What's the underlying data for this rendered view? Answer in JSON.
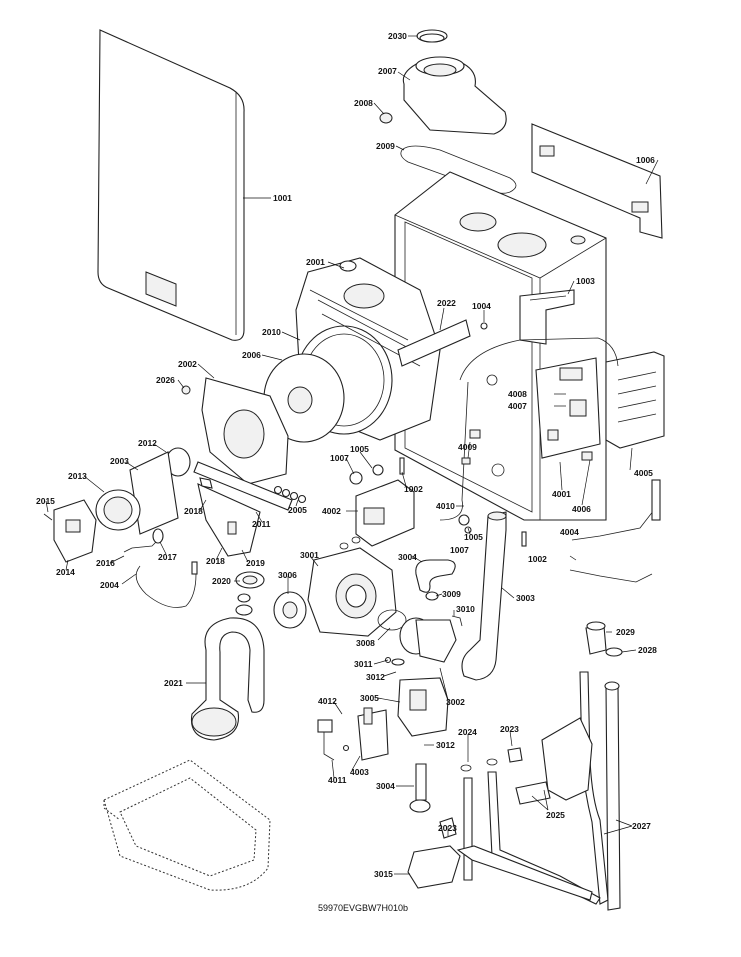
{
  "callouts": [
    "1001",
    "2030",
    "2007",
    "2008",
    "2009",
    "1006",
    "1003",
    "1004",
    "2001",
    "2022",
    "2010",
    "2006",
    "2002",
    "2026",
    "4008",
    "4007",
    "4005",
    "4001",
    "4006",
    "4009",
    "1005",
    "1007",
    "1002",
    "4002",
    "4010",
    "1005",
    "2005",
    "2011",
    "2012",
    "2003",
    "2013",
    "2015",
    "2014",
    "2016",
    "2017",
    "2004",
    "2018",
    "2018",
    "2019",
    "2020",
    "2021",
    "3001",
    "3006",
    "3008",
    "3004",
    "1007",
    "1002",
    "3009",
    "3010",
    "3003",
    "3011",
    "3012",
    "3002",
    "3005",
    "3012",
    "4012",
    "4003",
    "4011",
    "3004",
    "2024",
    "2023",
    "2023",
    "3015",
    "2025",
    "2027",
    "2028",
    "2029",
    "4004"
  ],
  "drawing_reference": "59970EVGBW7H010b"
}
